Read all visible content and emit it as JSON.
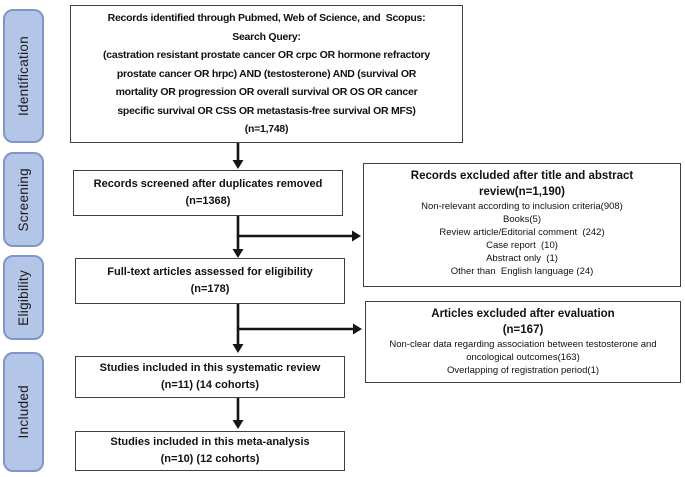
{
  "diagram": {
    "type": "prisma-flow",
    "colors": {
      "background": "#ffffff",
      "stage_fill": "#b4c6e7",
      "stage_border": "#8096c8",
      "box_border": "#404040",
      "arrow": "#151515",
      "text": "#111111"
    },
    "stages": [
      {
        "label": "Identification"
      },
      {
        "label": "Screening"
      },
      {
        "label": "Eligibility"
      },
      {
        "label": "Included"
      }
    ],
    "boxes": {
      "identified": {
        "lines": [
          "Records identified through Pubmed, Web of Science, and  Scopus:",
          "Search Query:",
          "(castration resistant prostate cancer OR crpc OR hormone refractory",
          "prostate cancer OR hrpc) AND (testosterone) AND (survival OR",
          "mortality OR progression OR overall survival OR OS OR cancer",
          "specific survival OR CSS OR metastasis-free survival OR MFS)",
          "(n=1,748)"
        ]
      },
      "screened": {
        "lines": [
          "Records screened after duplicates removed",
          "(n=1368)"
        ]
      },
      "fulltext": {
        "lines": [
          "Full-text articles assessed for eligibility",
          "(n=178)"
        ]
      },
      "systematic": {
        "lines": [
          "Studies included in this systematic review",
          "(n=11) (14 cohorts)"
        ]
      },
      "meta": {
        "lines": [
          "Studies included in this meta-analysis",
          "(n=10) (12 cohorts)"
        ]
      },
      "excluded_title_abstract": {
        "title_lines": [
          "Records excluded after title and abstract",
          "review(n=1,190)"
        ],
        "items": [
          "Non-relevant according to inclusion criteria(908)",
          "Books(5)",
          "Review article/Editorial comment  (242)",
          "Case report  (10)",
          "Abstract only  (1)",
          "Other than  English language (24)"
        ]
      },
      "excluded_evaluation": {
        "title_lines": [
          "Articles excluded after evaluation",
          "(n=167)"
        ],
        "items": [
          "Non-clear data regarding association between testosterone and oncological outcomes(163)",
          "Overlapping of registration period(1)"
        ]
      }
    }
  }
}
